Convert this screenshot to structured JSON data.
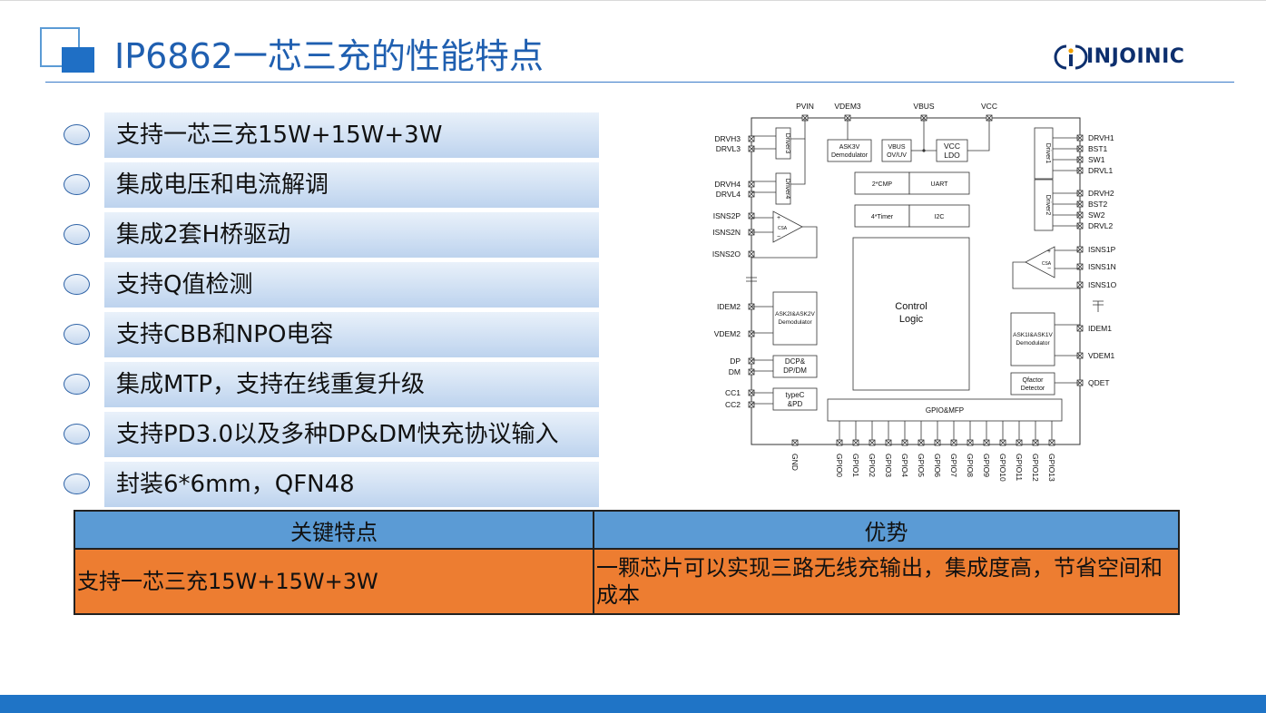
{
  "header": {
    "title": "IP6862一芯三充的性能特点",
    "logo_text": "INJOINIC",
    "accent_color": "#1f5fb0",
    "logo_color": "#0d2f6e"
  },
  "bullets": [
    "支持一芯三充15W+15W+3W",
    "集成电压和电流解调",
    "集成2套H桥驱动",
    "支持Q值检测",
    "支持CBB和NPO电容",
    "集成MTP，支持在线重复升级",
    "支持PD3.0以及多种DP&DM快充协议输入",
    "封装6*6mm，QFN48"
  ],
  "diagram": {
    "top_pins": [
      "PVIN",
      "VDEM3",
      "VBUS",
      "VCC"
    ],
    "left_pins": [
      "DRVH3",
      "DRVL3",
      "DRVH4",
      "DRVL4",
      "ISNS2P",
      "ISNS2N",
      "ISNS2O",
      "IDEM2",
      "VDEM2",
      "DP",
      "DM",
      "CC1",
      "CC2"
    ],
    "right_pins": [
      "DRVH1",
      "BST1",
      "SW1",
      "DRVL1",
      "DRVH2",
      "BST2",
      "SW2",
      "DRVL2",
      "ISNS1P",
      "ISNS1N",
      "ISNS1O",
      "IDEM1",
      "VDEM1",
      "QDET"
    ],
    "bottom_pins": [
      "GND",
      "GPIO0",
      "GPIO1",
      "GPIO2",
      "GPIO3",
      "GPIO4",
      "GPIO5",
      "GPIO6",
      "GPIO7",
      "GPIO8",
      "GPIO9",
      "GPIO10",
      "GPIO11",
      "GPIO12",
      "GPIO13"
    ],
    "blocks": {
      "driver3": "Driver3",
      "driver4": "Driver4",
      "driver1": "Driver1",
      "driver2": "Driver2",
      "ask3v_line1": "ASK3V",
      "ask3v_line2": "Demodulator",
      "vbus_line1": "VBUS",
      "vbus_line2": "OV/UV",
      "vcc_line1": "VCC",
      "vcc_line2": "LDO",
      "cmp": "2*CMP",
      "uart": "UART",
      "timer": "4*Timer",
      "i2c": "I2C",
      "control_line1": "Control",
      "control_line2": "Logic",
      "ask2_line1": "ASK2I&ASK2V",
      "ask2_line2": "Demodulator",
      "ask1_line1": "ASK1I&ASK1V",
      "ask1_line2": "Demodulator",
      "dcp_line1": "DCP&",
      "dcp_line2": "DP/DM",
      "typec_line1": "typeC",
      "typec_line2": "&PD",
      "qfactor_line1": "Qfactor",
      "qfactor_line2": "Detector",
      "gpio": "GPIO&MFP",
      "csa": "CSA",
      "plus": "+",
      "minus": "−"
    }
  },
  "table": {
    "headers": [
      "关键特点",
      "优势"
    ],
    "rows": [
      [
        "支持一芯三充15W+15W+3W",
        "一颗芯片可以实现三路无线充输出，集成度高，节省空间和成本"
      ]
    ],
    "header_color": "#5b9bd5",
    "row_color": "#ed7d31"
  },
  "footer": {
    "band_color": "#1f74c6"
  }
}
